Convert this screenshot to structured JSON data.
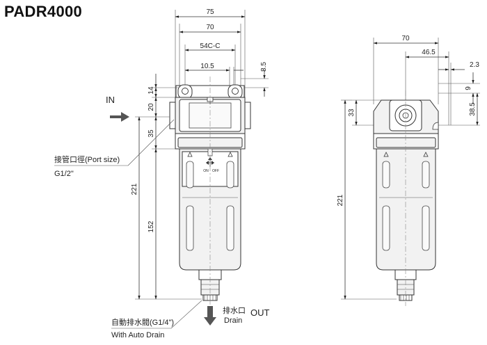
{
  "title": "PADR4000",
  "front": {
    "dims": {
      "width_75": "75",
      "width_70": "70",
      "bracket": "54C-C",
      "hole_spacing": "10.5",
      "hole_dia": "8.5",
      "d14": "14",
      "d20": "20",
      "d35": "35",
      "height_221": "221",
      "height_152": "152"
    },
    "in_label": "IN",
    "out_label": "OUT",
    "port_label": "接管口徑(Port size)",
    "port_value": "G1/2\"",
    "drain_cn": "排水口",
    "drain_en": "Drain",
    "auto_drain_cn": "自動排水閥(G1/4\")",
    "auto_drain_en": "With Auto Drain",
    "knob_on": "ON",
    "knob_off": "OFF"
  },
  "side": {
    "dims": {
      "width_70": "70",
      "d46_5": "46.5",
      "d2_3": "2.3",
      "d9": "9",
      "d38_5": "38.5",
      "d33": "33",
      "height_221": "221"
    }
  }
}
